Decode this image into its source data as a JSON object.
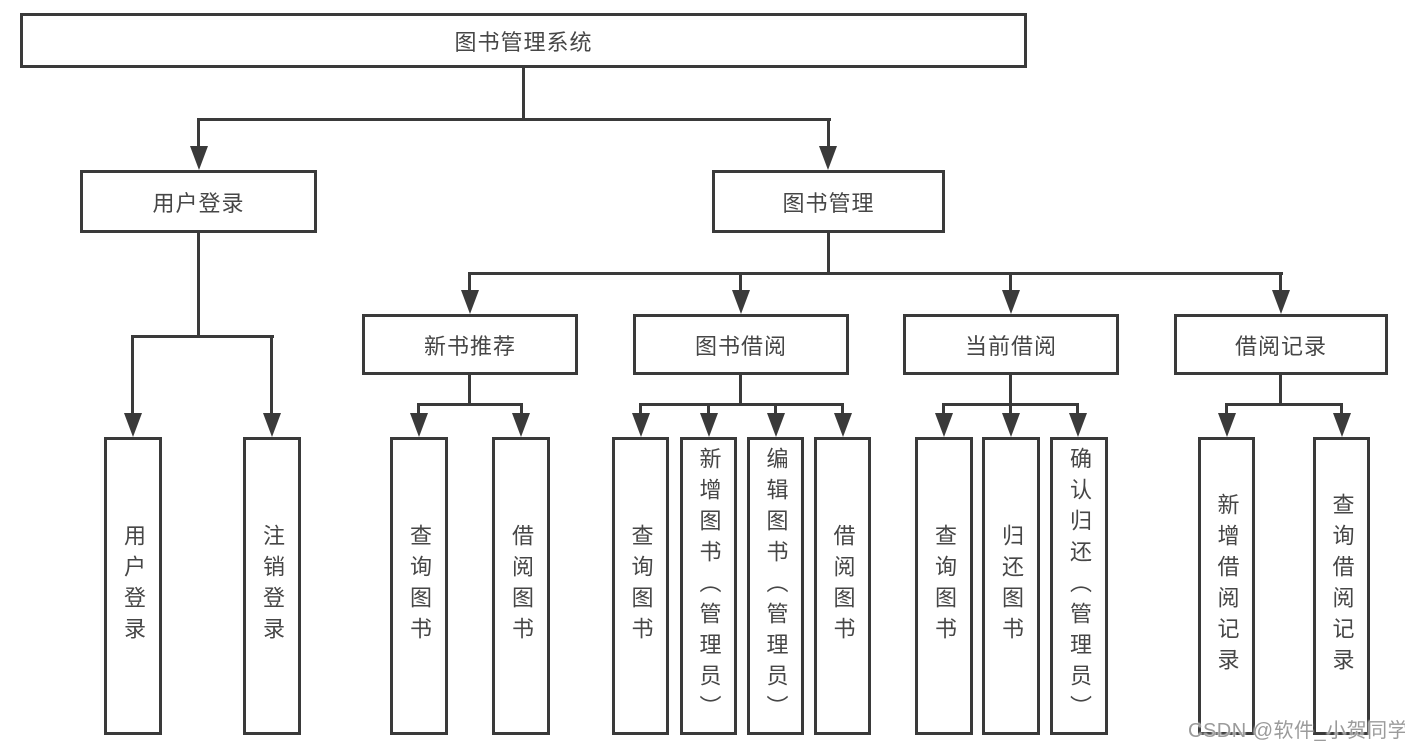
{
  "diagram": {
    "title_box": "图书管理系统",
    "level2": [
      "用户登录",
      "图书管理"
    ],
    "level3": [
      "新书推荐",
      "图书借阅",
      "当前借阅",
      "借阅记录"
    ],
    "leaves": [
      "用户登录",
      "注销登录",
      "查询图书",
      "借阅图书",
      "查询图书",
      "新增图书（管理员）",
      "编辑图书（管理员）",
      "借阅图书",
      "查询图书",
      "归还图书",
      "确认归还（管理员）",
      "新增借阅记录",
      "查询借阅记录"
    ],
    "watermark": "CSDN @软件_小贺同学",
    "colors": {
      "line": "#3a3a3a",
      "text": "#464646",
      "background": "#ffffff",
      "watermark": "#9b9b9b"
    }
  }
}
